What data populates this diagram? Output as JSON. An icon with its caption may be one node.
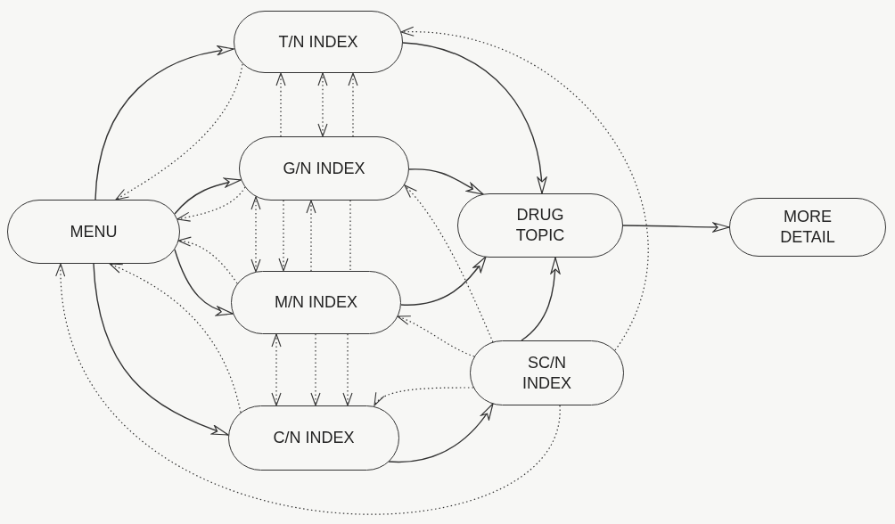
{
  "diagram": {
    "nodes": [
      {
        "text": [
          "T/N INDEX"
        ]
      },
      {
        "text": [
          "G/N INDEX"
        ]
      },
      {
        "text": [
          "MENU"
        ]
      },
      {
        "text": [
          "DRUG TOPIC"
        ]
      },
      {
        "text": [
          "MORE DETAIL"
        ]
      },
      {
        "text": [
          "M/N INDEX"
        ]
      },
      {
        "text": [
          "SC/N INDEX"
        ]
      },
      {
        "text": [
          "C/N INDEX"
        ]
      }
    ],
    "edges": [
      {
        "from": 2,
        "to": 0,
        "arrow": "to"
      },
      {
        "from": 0,
        "to": 2,
        "arrow": "to",
        "style": "dashed"
      },
      {
        "from": 2,
        "to": 1,
        "arrow": "to"
      },
      {
        "from": 1,
        "to": 2,
        "arrow": "to",
        "style": "dashed"
      },
      {
        "from": 2,
        "to": 5,
        "arrow": "to"
      },
      {
        "from": 5,
        "to": 2,
        "arrow": "to",
        "style": "dashed"
      },
      {
        "from": 2,
        "to": 7,
        "arrow": "to"
      },
      {
        "from": 7,
        "to": 2,
        "arrow": "to",
        "style": "dashed"
      },
      {
        "from": 6,
        "to": 2,
        "arrow": "to",
        "style": "dashed"
      },
      {
        "from": 0,
        "to": 3,
        "arrow": "to"
      },
      {
        "from": 1,
        "to": 3,
        "arrow": "to"
      },
      {
        "from": 5,
        "to": 3,
        "arrow": "to"
      },
      {
        "from": 6,
        "to": 3,
        "arrow": "to"
      },
      {
        "from": 7,
        "to": 6,
        "arrow": "to"
      },
      {
        "from": 3,
        "to": 4,
        "arrow": "to"
      },
      {
        "from": 6,
        "to": 0,
        "arrow": "to",
        "style": "dashed"
      },
      {
        "from": 6,
        "to": 1,
        "arrow": "to",
        "style": "dashed"
      },
      {
        "from": 6,
        "to": 5,
        "arrow": "to",
        "style": "dashed"
      },
      {
        "from": 6,
        "to": 7,
        "arrow": "to",
        "style": "dashed"
      },
      {
        "from": 1,
        "to": 0,
        "arrow": "to",
        "style": "dashed"
      },
      {
        "from": 0,
        "to": 1,
        "arrow": "both",
        "style": "dashed"
      },
      {
        "from": 1,
        "to": 0,
        "arrow": "to",
        "style": "dashed"
      },
      {
        "from": 1,
        "to": 5,
        "arrow": "both",
        "style": "dashed"
      },
      {
        "from": 1,
        "to": 5,
        "arrow": "to",
        "style": "dashed"
      },
      {
        "from": 5,
        "to": 1,
        "arrow": "to",
        "style": "dashed"
      },
      {
        "from": 1,
        "to": 5,
        "arrow": "none",
        "style": "dashed"
      },
      {
        "from": 5,
        "to": 7,
        "arrow": "both",
        "style": "dashed"
      },
      {
        "from": 5,
        "to": 7,
        "arrow": "to",
        "style": "dashed"
      },
      {
        "from": 5,
        "to": 7,
        "arrow": "to",
        "style": "dashed"
      }
    ]
  }
}
